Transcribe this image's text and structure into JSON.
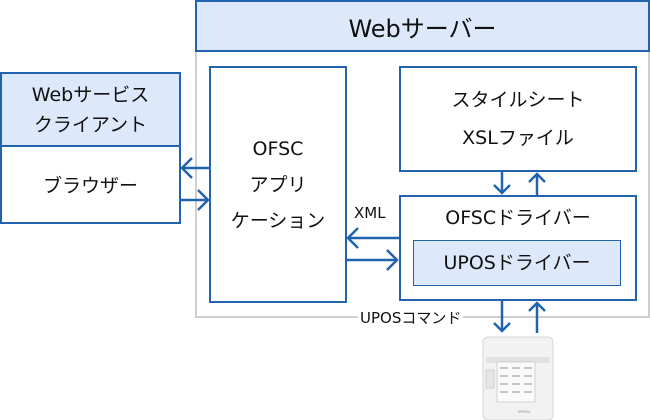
{
  "web_server": {
    "title": "Webサーバー"
  },
  "client": {
    "title_line1": "Webサービス",
    "title_line2": "クライアント",
    "browser": "ブラウザー"
  },
  "ofsc_app": {
    "line1": "OFSC",
    "line2": "アプリ",
    "line3": "ケーション"
  },
  "stylesheet": {
    "line1": "スタイルシート",
    "line2": "XSLファイル"
  },
  "ofsc_driver": {
    "title": "OFSCドライバー",
    "upos_driver": "UPOSドライバー"
  },
  "labels": {
    "xml": "XML",
    "upos_command": "UPOSコマンド"
  },
  "printer": {
    "brand": "EPSON"
  },
  "colors": {
    "border": "#2164ad",
    "header_fill": "#dde8fa",
    "outer_border": "#cccccc"
  }
}
